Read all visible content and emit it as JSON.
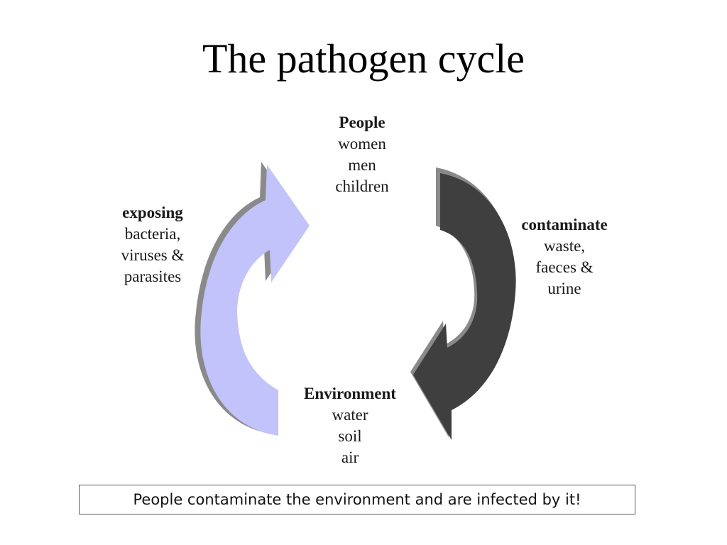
{
  "title": "The pathogen cycle",
  "nodes": {
    "people": {
      "heading": "People",
      "lines": [
        "women",
        "men",
        "children"
      ]
    },
    "contaminate": {
      "heading": "contaminate",
      "lines": [
        "waste,",
        "faeces &",
        "urine"
      ]
    },
    "environment": {
      "heading": "Environment",
      "lines": [
        "water",
        "soil",
        "air"
      ]
    },
    "exposing": {
      "heading": "exposing",
      "lines": [
        "bacteria,",
        "viruses &",
        "parasites"
      ]
    }
  },
  "caption": "People contaminate the environment and are infected by it!",
  "colors": {
    "arrow_light": "#c3c3fb",
    "arrow_dark": "#3f3f3f",
    "arrow_shadow": "#8a8a8a"
  }
}
